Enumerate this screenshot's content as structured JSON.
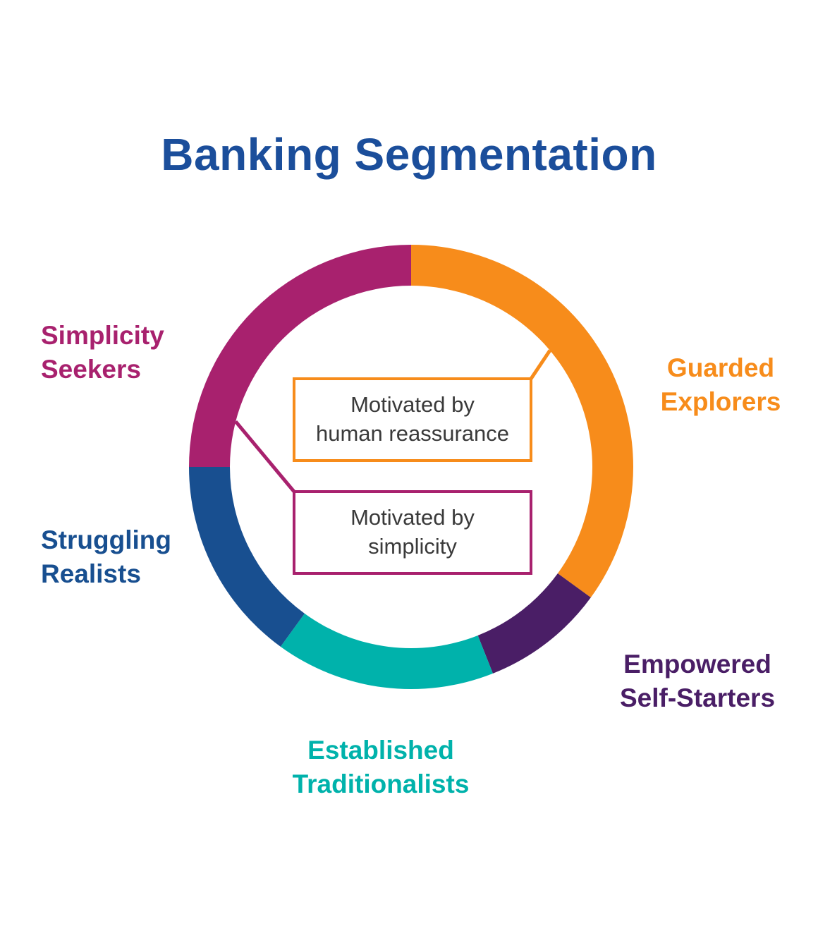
{
  "title": "Banking Segmentation",
  "title_color": "#1B4E9B",
  "chart_data": {
    "type": "pie",
    "subtype": "donut",
    "title": "Banking Segmentation",
    "start_angle_deg": 0,
    "direction": "clockwise",
    "donut_hole_ratio": 0.816,
    "legend": false,
    "labels_position": "around-ring",
    "values_unit": "percent (estimated from arc angles)",
    "segments": [
      {
        "label": "Guarded Explorers",
        "value": 35,
        "color": "#F78C1B"
      },
      {
        "label": "Empowered Self-Starters",
        "value": 9,
        "color": "#4A1E66"
      },
      {
        "label": "Established Traditionalists",
        "value": 16,
        "color": "#00B2AB"
      },
      {
        "label": "Struggling Realists",
        "value": 15,
        "color": "#184F90"
      },
      {
        "label": "Simplicity Seekers",
        "value": 25,
        "color": "#A8216E"
      }
    ]
  },
  "callouts": [
    {
      "line1": "Motivated by",
      "line2": "human reassurance",
      "border_color": "#F78C1B",
      "attached_segment": "Guarded Explorers",
      "attach_angle_deg": 50
    },
    {
      "line1": "Motivated by",
      "line2": "simplicity",
      "border_color": "#A8216E",
      "attached_segment": "Simplicity Seekers",
      "attach_angle_deg": 284.5
    }
  ]
}
